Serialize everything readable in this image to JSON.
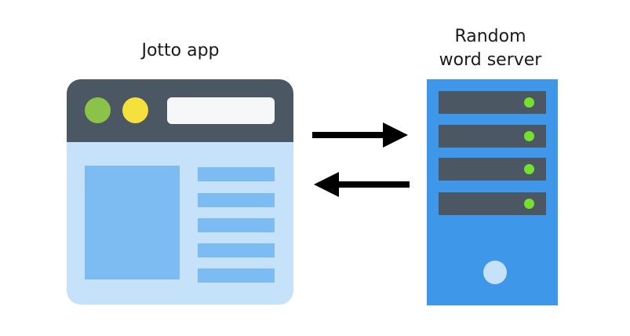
{
  "app": {
    "label": "Jotto app"
  },
  "server": {
    "label_line1": "Random",
    "label_line2": "word server"
  },
  "colors": {
    "window_body": "#c6e2fb",
    "window_bar": "#4b5762",
    "window_dot_green": "#8bc34a",
    "window_dot_yellow": "#f5e13b",
    "window_content": "#7dbcf2",
    "server_body": "#3f97ea",
    "server_slot": "#4b5762",
    "server_led": "#76e02f",
    "arrow": "#000000"
  },
  "icons": {
    "app": "browser-window-icon",
    "server": "server-tower-icon",
    "request": "arrow-right-icon",
    "response": "arrow-left-icon"
  }
}
